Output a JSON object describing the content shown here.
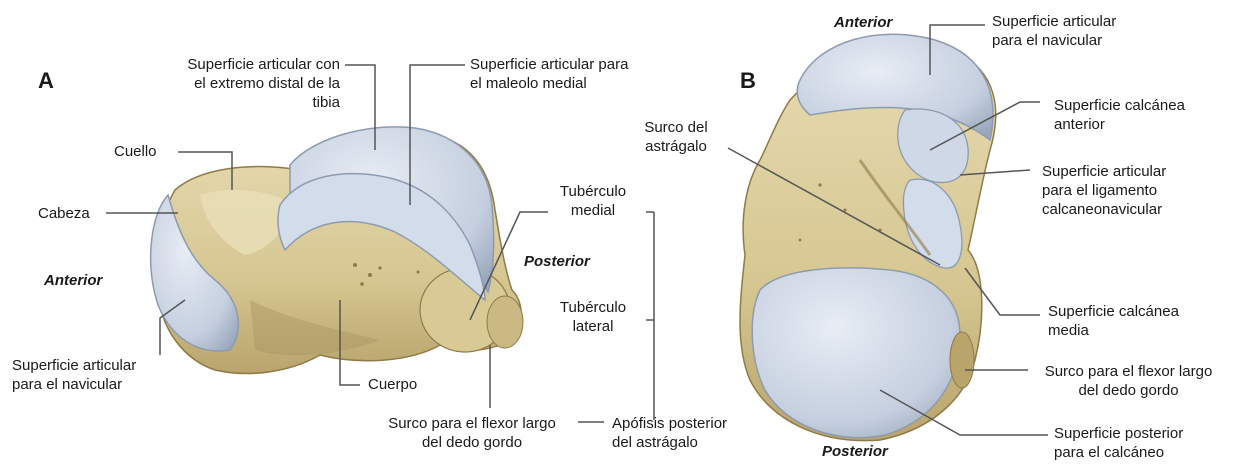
{
  "panel_a": {
    "letter": "A",
    "orientation_anterior": "Anterior",
    "orientation_posterior": "Posterior",
    "labels": {
      "superficie_tibia": [
        "Superficie articular con",
        "el extremo distal de la",
        "tibia"
      ],
      "superficie_maleolo": [
        "Superficie articular para",
        "el maleolo medial"
      ],
      "cuello": [
        "Cuello"
      ],
      "cabeza": [
        "Cabeza"
      ],
      "tuberculo_medial": [
        "Tubérculo",
        "medial"
      ],
      "tuberculo_lateral": [
        "Tubérculo",
        "lateral"
      ],
      "superficie_navicular": [
        "Superficie articular",
        "para el navicular"
      ],
      "cuerpo": [
        "Cuerpo"
      ],
      "surco_flexor": [
        "Surco para el flexor largo",
        "del dedo gordo"
      ],
      "apofisis": [
        "Apófisis posterior",
        "del astrágalo"
      ]
    }
  },
  "panel_b": {
    "letter": "B",
    "orientation_anterior": "Anterior",
    "orientation_posterior": "Posterior",
    "labels": {
      "superficie_navicular": [
        "Superficie articular",
        "para el navicular"
      ],
      "surco_astragalo": [
        "Surco del",
        "astrágalo"
      ],
      "calcanea_anterior": [
        "Superficie calcánea",
        "anterior"
      ],
      "ligamento": [
        "Superficie articular",
        "para el ligamento",
        "calcaneonavicular"
      ],
      "calcanea_media": [
        "Superficie calcánea",
        "media"
      ],
      "surco_flexor": [
        "Surco para el flexor largo",
        "del dedo gordo"
      ],
      "superficie_posterior": [
        "Superficie posterior",
        "para el calcáneo"
      ]
    }
  },
  "colors": {
    "bone": "#dccfa0",
    "bone_dark": "#a08a56",
    "cartilage": "#c9d3e2",
    "cartilage_edge": "#8d9bb0",
    "leader": "#555555"
  }
}
